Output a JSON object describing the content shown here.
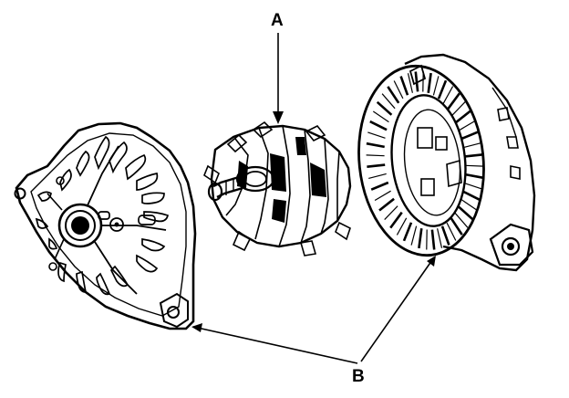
{
  "labels": {
    "a": "A",
    "b": "B"
  },
  "components": {
    "front_housing": "housing",
    "rotor": "rotor",
    "stator_rear_housing": "stator"
  },
  "colors": {
    "ink": "#000000",
    "paper": "#ffffff"
  }
}
